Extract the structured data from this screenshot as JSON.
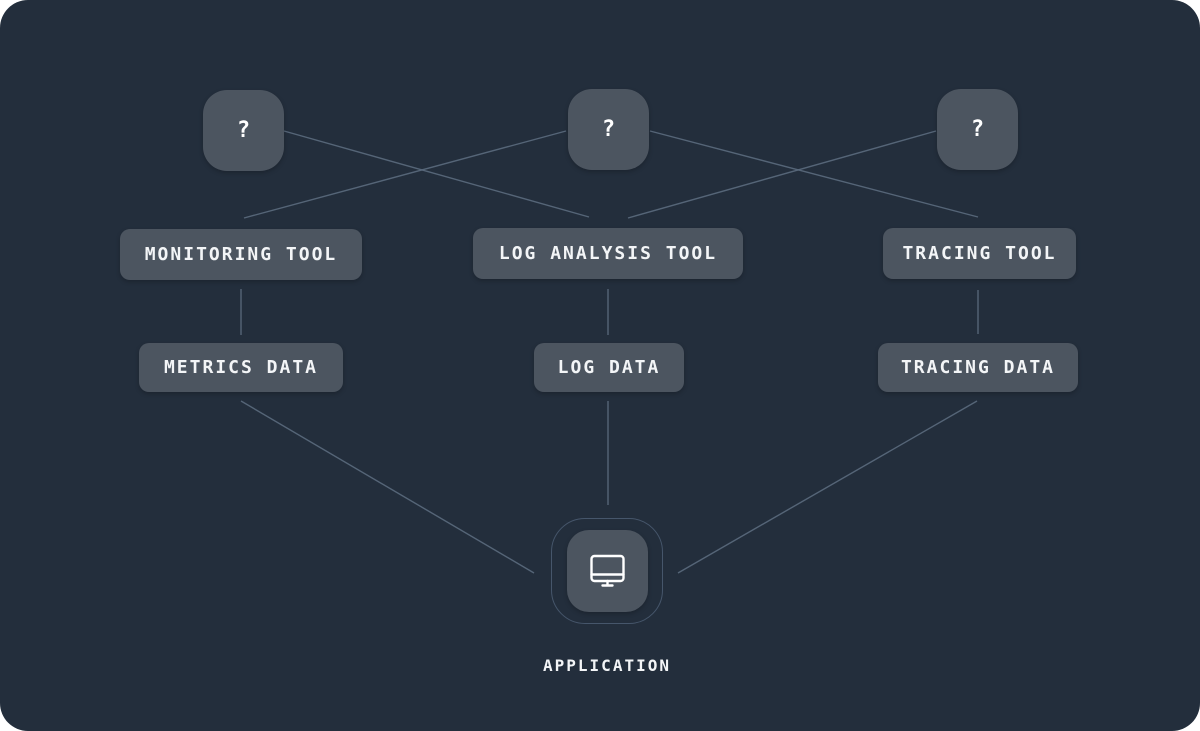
{
  "diagram": {
    "unknown_nodes": [
      {
        "id": "unknown-left",
        "label": "?"
      },
      {
        "id": "unknown-middle",
        "label": "?"
      },
      {
        "id": "unknown-right",
        "label": "?"
      }
    ],
    "tool_nodes": [
      {
        "id": "monitoring-tool",
        "label": "MONITORING TOOL"
      },
      {
        "id": "log-analysis-tool",
        "label": "LOG ANALYSIS TOOL"
      },
      {
        "id": "tracing-tool",
        "label": "TRACING TOOL"
      }
    ],
    "data_nodes": [
      {
        "id": "metrics-data",
        "label": "METRICS DATA"
      },
      {
        "id": "log-data",
        "label": "LOG DATA"
      },
      {
        "id": "tracing-data",
        "label": "TRACING DATA"
      }
    ],
    "application": {
      "label": "APPLICATION",
      "icon": "monitor-icon"
    },
    "edges": [
      {
        "from": "unknown-left",
        "to": "log-analysis-tool"
      },
      {
        "from": "unknown-middle",
        "to": "monitoring-tool"
      },
      {
        "from": "unknown-middle",
        "to": "tracing-tool"
      },
      {
        "from": "unknown-right",
        "to": "log-analysis-tool"
      },
      {
        "from": "monitoring-tool",
        "to": "metrics-data"
      },
      {
        "from": "log-analysis-tool",
        "to": "log-data"
      },
      {
        "from": "tracing-tool",
        "to": "tracing-data"
      },
      {
        "from": "metrics-data",
        "to": "application"
      },
      {
        "from": "log-data",
        "to": "application"
      },
      {
        "from": "tracing-data",
        "to": "application"
      }
    ],
    "colors": {
      "page_bg": "#ffffff",
      "panel_bg": "#232e3c",
      "node_fill": "#4c5560",
      "edge_color": "#5b6b7e",
      "ring_color": "#46566b",
      "text_color": "#f3f5f7",
      "icon_color": "#ffffff"
    }
  }
}
